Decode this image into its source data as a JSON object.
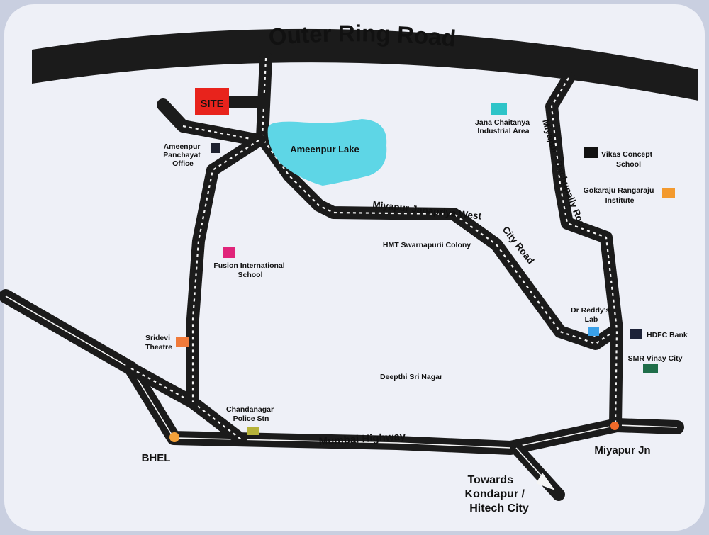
{
  "roads": {
    "outer_ring_road": "Outer Ring Road",
    "mumbai_highway": "Mumbai Highway",
    "miyapur_janapriya": "Miyapur Janapriya West",
    "city_road": "City Road",
    "bachupally_road": "Miyapur - Bachupally Road"
  },
  "site": {
    "label": "SITE",
    "color": "#e8231c"
  },
  "lake": {
    "label": "Ameenpur Lake",
    "color": "#5ed6e6"
  },
  "landmarks": [
    {
      "id": "ameenpur-panchayat",
      "lines": [
        "Ameenpur",
        "Panchayat",
        "Office"
      ],
      "color": "#1e2230"
    },
    {
      "id": "jana-chaitanya",
      "lines": [
        "Jana Chaitanya",
        "Industrial Area"
      ],
      "color": "#2ec4c8"
    },
    {
      "id": "vikas-concept",
      "lines": [
        "Vikas Concept",
        "School"
      ],
      "color": "#111111"
    },
    {
      "id": "gokaraju",
      "lines": [
        "Gokaraju Rangaraju",
        "Institute"
      ],
      "color": "#f39a2e"
    },
    {
      "id": "fusion-school",
      "lines": [
        "Fusion International",
        "School"
      ],
      "color": "#e0247a"
    },
    {
      "id": "sridevi-theatre",
      "lines": [
        "Sridevi",
        "Theatre"
      ],
      "color": "#f07a3a"
    },
    {
      "id": "dr-reddys",
      "lines": [
        "Dr Reddy's",
        "Lab"
      ],
      "color": "#3aa0e8"
    },
    {
      "id": "hdfc-bank",
      "lines": [
        "HDFC Bank"
      ],
      "color": "#1c2238"
    },
    {
      "id": "smr-vinay",
      "lines": [
        "SMR Vinay City"
      ],
      "color": "#1f6e4a"
    },
    {
      "id": "chandanagar-police",
      "lines": [
        "Chandanagar",
        "Police Stn"
      ],
      "color": "#b6b23a"
    }
  ],
  "areas": {
    "hmt": "HMT Swarnapurii Colony",
    "deepthi": "Deepthi Sri Nagar"
  },
  "junctions": {
    "bhel": {
      "label": "BHEL",
      "color": "#f2a03a"
    },
    "miyapur_jn": {
      "label": "Miyapur Jn",
      "color": "#f06a2a"
    }
  },
  "direction": {
    "lines": [
      "Towards",
      "Kondapur /",
      "Hitech City"
    ]
  }
}
